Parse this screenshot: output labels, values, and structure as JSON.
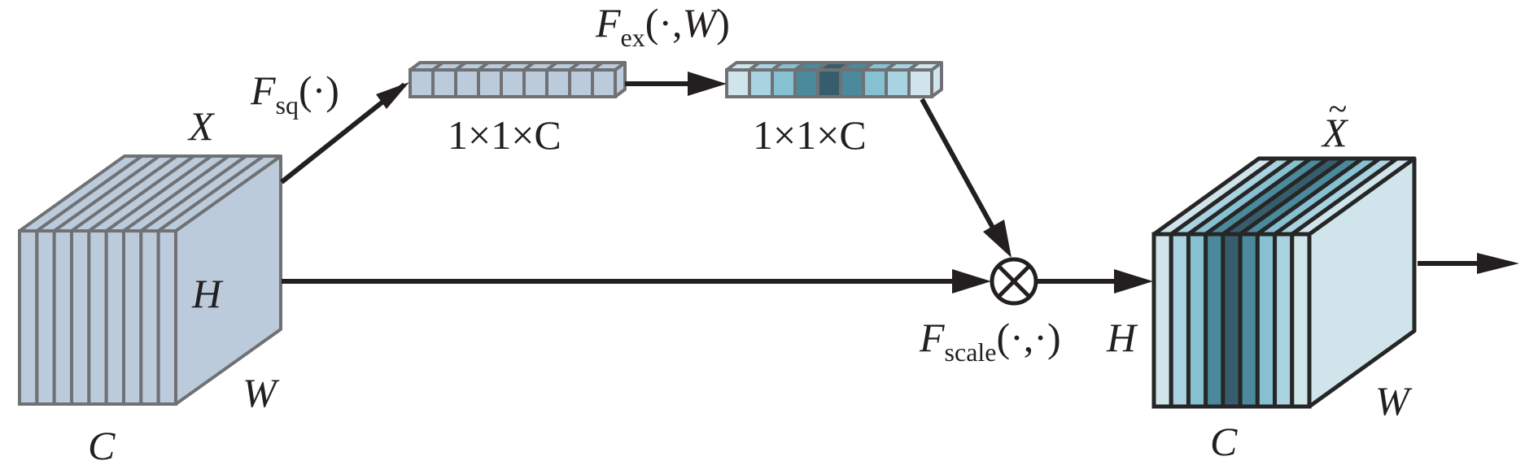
{
  "title": "Squeeze-and-Excitation block",
  "colors": {
    "input_fill": "#bccbdb",
    "input_stroke": "#6f7174",
    "output_stroke": "#262626",
    "arrow": "#231f20",
    "text": "#231f20",
    "output_side_fill": "#cfe5eb"
  },
  "input_tensor": {
    "label": "X",
    "height_label": "H",
    "width_label": "W",
    "channel_label": "C",
    "slices": 9
  },
  "squeeze": {
    "op_main": "F",
    "op_sub": "sq",
    "op_args": "(·)",
    "shape_label": "1×1×C",
    "cells": 9,
    "cell_colors": [
      "#bccbdb",
      "#bccbdb",
      "#bccbdb",
      "#bccbdb",
      "#bccbdb",
      "#bccbdb",
      "#bccbdb",
      "#bccbdb",
      "#bccbdb"
    ]
  },
  "excitation": {
    "op_main": "F",
    "op_sub": "ex",
    "op_args": "(·,",
    "op_arg_w": "W",
    "op_close": ")",
    "shape_label": "1×1×C",
    "cells": 9,
    "cell_colors": [
      "#cfe5eb",
      "#a9d3e0",
      "#86c1d2",
      "#4a8a9c",
      "#365d6c",
      "#4a8a9c",
      "#86c1d2",
      "#a9d3e0",
      "#cfe5eb"
    ]
  },
  "scale": {
    "op_main": "F",
    "op_sub": "scale",
    "op_args": "(·,·)",
    "symbol": "⊗"
  },
  "output_tensor": {
    "label": "X",
    "label_accent": "~",
    "height_label": "H",
    "width_label": "W",
    "channel_label": "C",
    "slice_colors": [
      "#cfe5eb",
      "#a9d3e0",
      "#86c1d2",
      "#4a8a9c",
      "#365d6c",
      "#4a8a9c",
      "#86c1d2",
      "#a9d3e0",
      "#cfe5eb"
    ]
  }
}
